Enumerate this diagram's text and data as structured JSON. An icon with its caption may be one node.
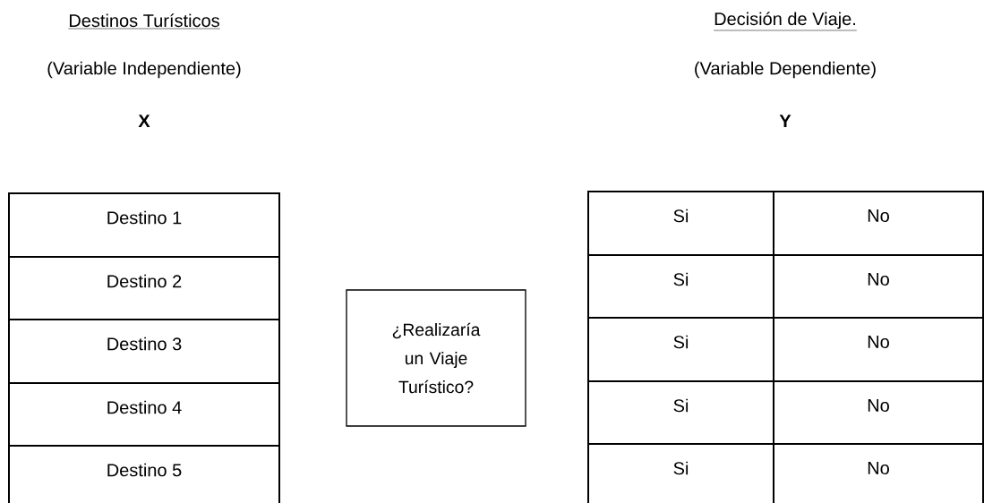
{
  "diagram": {
    "nodes": [
      {
        "text": [
          "¿Realizaría un Viaje Turístico?"
        ]
      }
    ],
    "labels": [
      "Destinos Turísticos",
      "Decisión de Viaje.",
      "(Variable Independiente)",
      "(Variable Dependiente)",
      "X",
      "Y",
      "Destino 1",
      "Destino 2",
      "Destino 3",
      "Destino 4",
      "Destino 5",
      "Si",
      "No",
      "Si",
      "No",
      "Si",
      "No",
      "Si",
      "No",
      "Si",
      "No"
    ]
  }
}
